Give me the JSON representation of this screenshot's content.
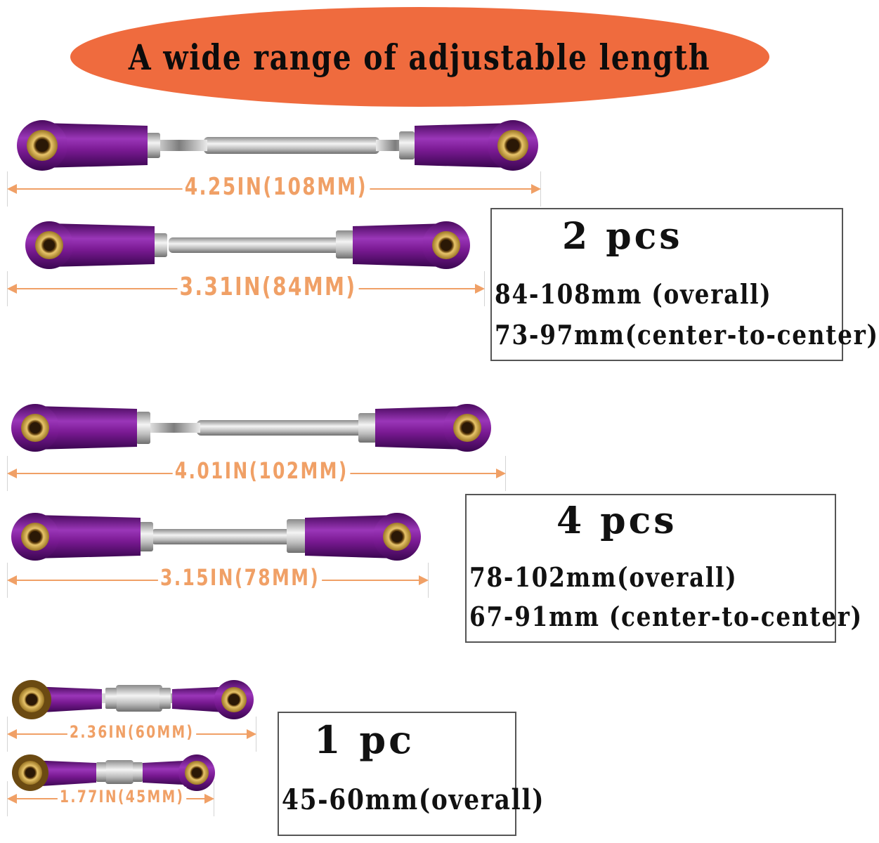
{
  "header": {
    "title": "A wide range of adjustable length"
  },
  "colors": {
    "banner": "#ef6b3e",
    "rod_end": "#7a1a93",
    "dimension": "#f0a066",
    "bushing": "#c9a446",
    "steel": "#c8c8c8"
  },
  "rods": [
    {
      "label": "4.25IN(108MM)"
    },
    {
      "label": "3.31IN(84MM)"
    },
    {
      "label": "4.01IN(102MM)"
    },
    {
      "label": "3.15IN(78MM)"
    },
    {
      "label": "2.36IN(60MM)"
    },
    {
      "label": "1.77IN(45MM)"
    }
  ],
  "groups": [
    {
      "qty": "2 pcs",
      "overall": "84-108mm (overall)",
      "center": "73-97mm(center-to-center)"
    },
    {
      "qty": "4 pcs",
      "overall": "78-102mm(overall)",
      "center": "67-91mm (center-to-center)"
    },
    {
      "qty": "1 pc",
      "overall": "45-60mm(overall)"
    }
  ]
}
